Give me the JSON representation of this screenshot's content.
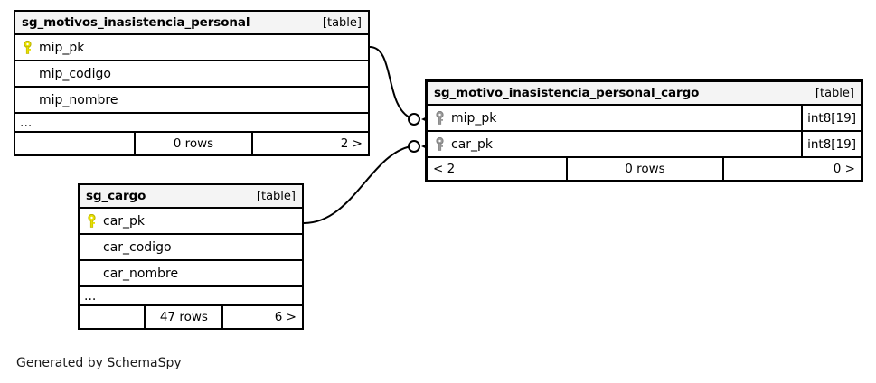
{
  "diagram": {
    "tool": "SchemaSpy",
    "footer_note": "Generated by SchemaSpy",
    "kind_label": "[table]",
    "colors": {
      "pk_key": "#e8e000",
      "fk_key": "#9a9a9a",
      "border": "#000000",
      "header_bg": "#f4f4f4",
      "background": "#ffffff"
    }
  },
  "tables": [
    {
      "id": "sg_motivos_inasistencia_personal",
      "name": "sg_motivos_inasistencia_personal",
      "kind": "[table]",
      "focus": false,
      "columns": [
        {
          "name": "mip_pk",
          "key": "primary",
          "type": ""
        },
        {
          "name": "mip_codigo",
          "key": "none",
          "type": ""
        },
        {
          "name": "mip_nombre",
          "key": "none",
          "type": ""
        }
      ],
      "more_columns": "...",
      "footer": {
        "left": "",
        "center": "0 rows",
        "right": "2 >"
      }
    },
    {
      "id": "sg_motivo_inasistencia_personal_cargo",
      "name": "sg_motivo_inasistencia_personal_cargo",
      "kind": "[table]",
      "focus": true,
      "columns": [
        {
          "name": "mip_pk",
          "key": "foreign",
          "type": "int8[19]"
        },
        {
          "name": "car_pk",
          "key": "foreign",
          "type": "int8[19]"
        }
      ],
      "more_columns": null,
      "footer": {
        "left": "< 2",
        "center": "0 rows",
        "right": "0 >"
      }
    },
    {
      "id": "sg_cargo",
      "name": "sg_cargo",
      "kind": "[table]",
      "focus": false,
      "columns": [
        {
          "name": "car_pk",
          "key": "primary",
          "type": ""
        },
        {
          "name": "car_codigo",
          "key": "none",
          "type": ""
        },
        {
          "name": "car_nombre",
          "key": "none",
          "type": ""
        }
      ],
      "more_columns": "...",
      "footer": {
        "left": "",
        "center": "47 rows",
        "right": "6 >"
      }
    }
  ],
  "relationships": [
    {
      "id": "rel-mip",
      "from_table": "sg_motivos_inasistencia_personal",
      "from_column": "mip_pk",
      "to_table": "sg_motivo_inasistencia_personal_cargo",
      "to_column": "mip_pk",
      "end_marker": "optional-crowsfoot"
    },
    {
      "id": "rel-car",
      "from_table": "sg_cargo",
      "from_column": "car_pk",
      "to_table": "sg_motivo_inasistencia_personal_cargo",
      "to_column": "car_pk",
      "end_marker": "optional-crowsfoot"
    }
  ]
}
